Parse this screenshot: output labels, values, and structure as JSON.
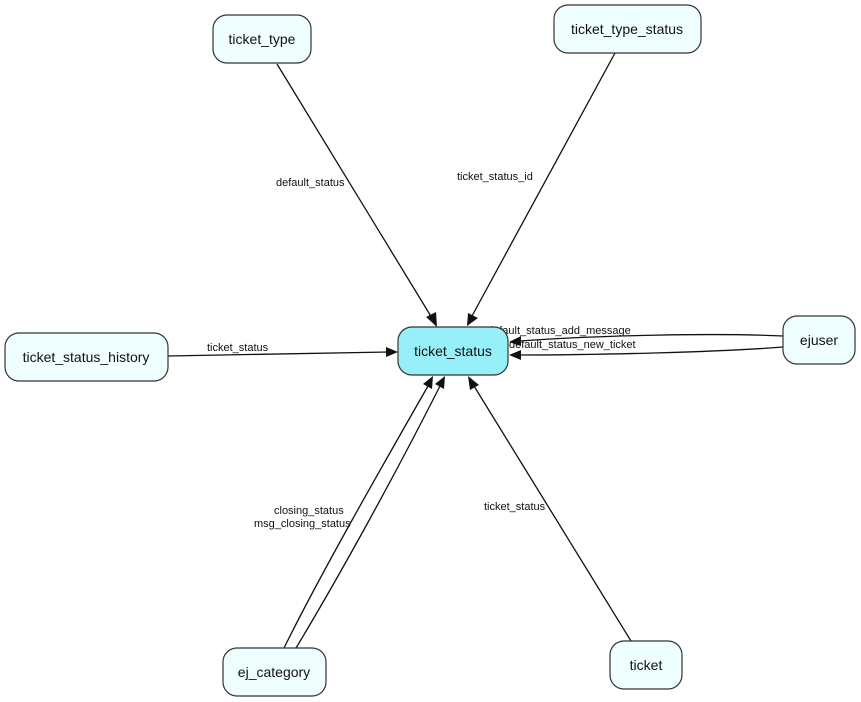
{
  "diagram": {
    "center": {
      "id": "ticket_status",
      "label": "ticket_status",
      "color": "#97eff9"
    },
    "nodes": [
      {
        "id": "ticket_type",
        "label": "ticket_type"
      },
      {
        "id": "ticket_type_status",
        "label": "ticket_type_status"
      },
      {
        "id": "ticket_status_history",
        "label": "ticket_status_history"
      },
      {
        "id": "ejuser",
        "label": "ejuser"
      },
      {
        "id": "ej_category",
        "label": "ej_category"
      },
      {
        "id": "ticket",
        "label": "ticket"
      }
    ],
    "edges": [
      {
        "from": "ticket_type",
        "to": "ticket_status",
        "label": "default_status"
      },
      {
        "from": "ticket_type_status",
        "to": "ticket_status",
        "label": "ticket_status_id"
      },
      {
        "from": "ticket_status_history",
        "to": "ticket_status",
        "label": "ticket_status"
      },
      {
        "from": "ejuser",
        "to": "ticket_status",
        "label": "default_status_add_message"
      },
      {
        "from": "ejuser",
        "to": "ticket_status",
        "label": "default_status_new_ticket"
      },
      {
        "from": "ej_category",
        "to": "ticket_status",
        "label": "closing_status"
      },
      {
        "from": "ej_category",
        "to": "ticket_status",
        "label": "msg_closing_status"
      },
      {
        "from": "ticket",
        "to": "ticket_status",
        "label": "ticket_status"
      }
    ],
    "node_fill": "#effefe",
    "border_color": "#333333"
  }
}
